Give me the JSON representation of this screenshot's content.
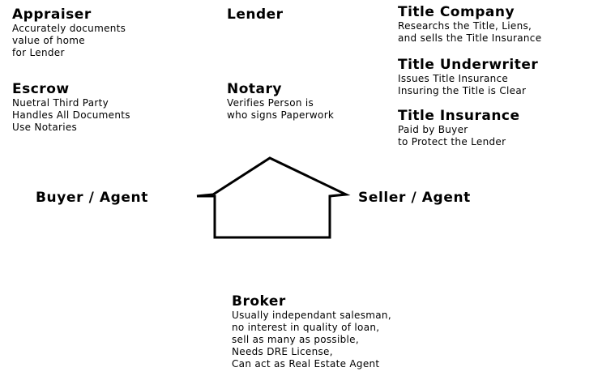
{
  "roles": {
    "appraiser": {
      "title": "Appraiser",
      "lines": [
        "Accurately documents",
        "value of home",
        "for Lender"
      ]
    },
    "lender": {
      "title": "Lender",
      "lines": []
    },
    "title_company": {
      "title": "Title Company",
      "lines": [
        "Researchs the Title, Liens,",
        "and sells the Title Insurance"
      ]
    },
    "title_underwriter": {
      "title": "Title Underwriter",
      "lines": [
        "Issues Title Insurance",
        "Insuring the Title is Clear"
      ]
    },
    "title_insurance": {
      "title": "Title Insurance",
      "lines": [
        "Paid by Buyer",
        "to Protect the Lender"
      ]
    },
    "escrow": {
      "title": "Escrow",
      "lines": [
        "Nuetral Third Party",
        "Handles All Documents",
        "Use Notaries"
      ]
    },
    "notary": {
      "title": "Notary",
      "lines": [
        "Verifies Person is",
        "who signs Paperwork"
      ]
    },
    "broker": {
      "title": "Broker",
      "lines": [
        "Usually independant salesman,",
        "no interest in quality of loan,",
        "sell as many as possible,",
        "Needs DRE License,",
        "Can act as Real Estate Agent"
      ]
    }
  },
  "parties": {
    "buyer": "Buyer / Agent",
    "seller": "Seller / Agent"
  }
}
